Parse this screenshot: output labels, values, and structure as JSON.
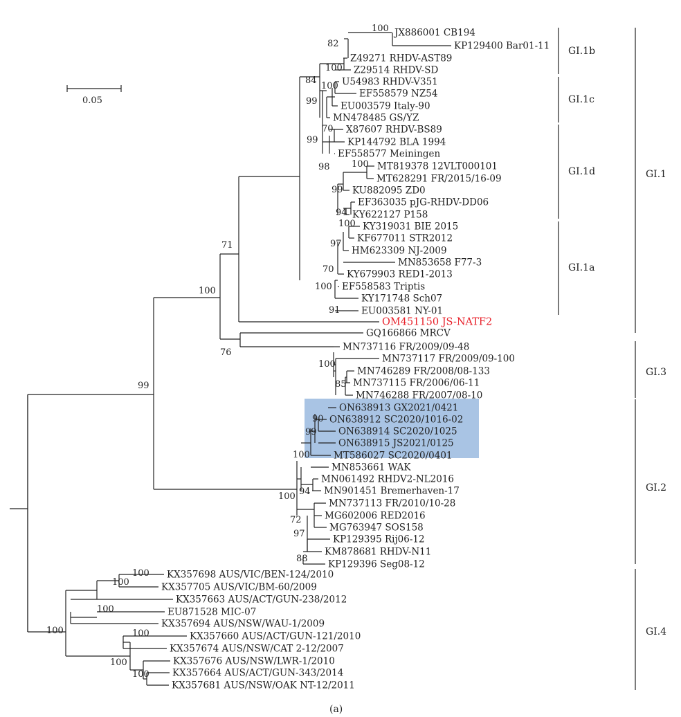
{
  "figure_label": "(a)",
  "scale_bar_label": "0.05",
  "highlight_color": "#a9c4e4",
  "focal_color": "#e8202a",
  "focal_taxon": "OM451150 JS-NATF2",
  "taxa": [
    "JX886001 CB194",
    "KP129400 Bar01-11",
    "Z49271 RHDV-AST89",
    "Z29514 RHDV-SD",
    "U54983 RHDV-V351",
    "EF558579 NZ54",
    "EU003579 Italy-90",
    "MN478485 GS/YZ",
    "X87607 RHDV-BS89",
    "KP144792 BLA 1994",
    "EF558577 Meiningen",
    "MT819378 12VLT000101",
    "MT628291 FR/2015/16-09",
    "KU882095 ZD0",
    "EF363035 pJG-RHDV-DD06",
    "KY622127 P158",
    "KY319031 BIE 2015",
    "KF677011 STR2012",
    "HM623309 NJ-2009",
    "MN853658 F77-3",
    "KY679903 RED1-2013",
    "EF558583 Triptis",
    "KY171748 Sch07",
    "EU003581 NY-01",
    "OM451150 JS-NATF2",
    "GQ166866 MRCV",
    "MN737116 FR/2009/09-48",
    "MN737117 FR/2009/09-100",
    "MN746289 FR/2008/08-133",
    "MN737115 FR/2006/06-11",
    "MN746288 FR/2007/08-10",
    "ON638913 GX2021/0421",
    "ON638912 SC2020/1016-02",
    "ON638914 SC2020/1025",
    "ON638915 JS2021/0125",
    "MT586027 SC2020/0401",
    "MN853661 WAK",
    "MN061492 RHDV2-NL2016",
    "MN901451 Bremerhaven-17",
    "MN737113 FR/2010/10-28",
    "MG602006 RED2016",
    "MG763947 SOS158",
    "KP129395 Rij06-12",
    "KM878681 RHDV-N11",
    "KP129396 Seg08-12",
    "KX357698 AUS/VIC/BEN-124/2010",
    "KX357705 AUS/VIC/BM-60/2009",
    "KX357663 AUS/ACT/GUN-238/2012",
    "EU871528 MIC-07",
    "KX357694 AUS/NSW/WAU-1/2009",
    "KX357660 AUS/ACT/GUN-121/2010",
    "KX357674 AUS/NSW/CAT 2-12/2007",
    "KX357676 AUS/NSW/LWR-1/2010",
    "KX357664 AUS/ACT/GUN-343/2014",
    "KX357681 AUS/NSW/OAK NT-12/2011"
  ],
  "bootstrap": [
    "100",
    "82",
    "100",
    "84",
    "100",
    "99",
    "70",
    "99",
    "100",
    "98",
    "99",
    "94",
    "100",
    "97",
    "70",
    "100",
    "91",
    "71",
    "100",
    "76",
    "100",
    "85",
    "99",
    "90",
    "99",
    "100",
    "100",
    "94",
    "72",
    "97",
    "88",
    "100",
    "100",
    "100",
    "100",
    "100",
    "100",
    "100"
  ],
  "groups": [
    "GI.1b",
    "GI.1c",
    "GI.1d",
    "GI.1a",
    "GI.1",
    "GI.3",
    "GI.2",
    "GI.4"
  ]
}
